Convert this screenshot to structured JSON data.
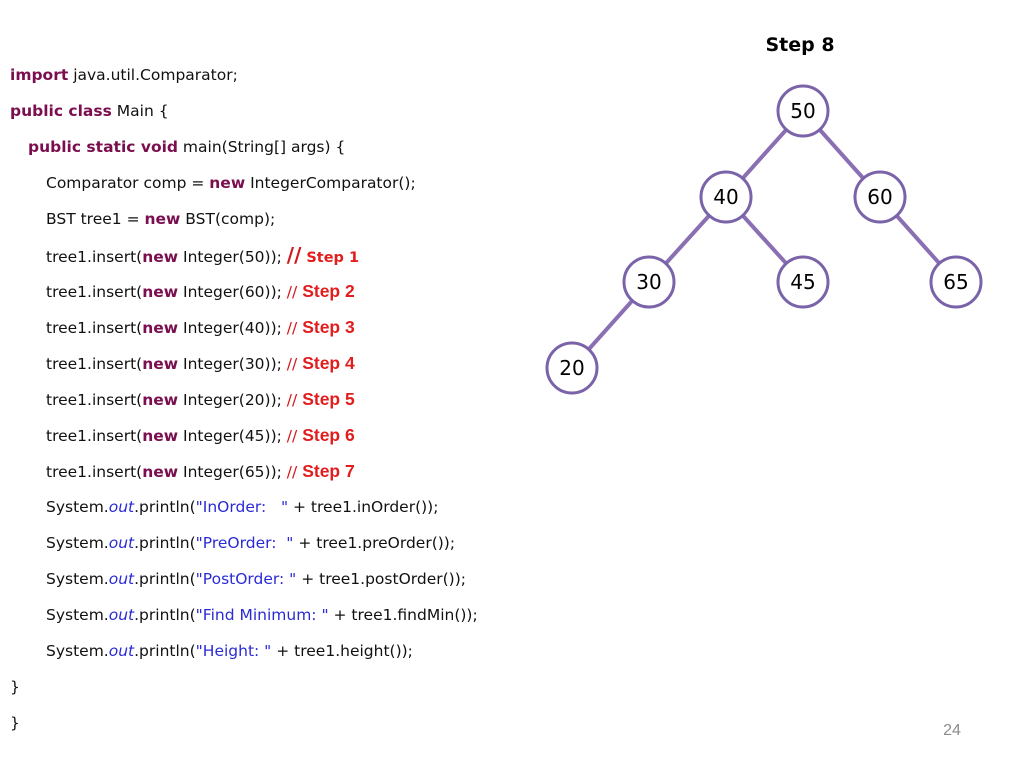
{
  "slide": {
    "step_title": "Step 8",
    "page_number": "24"
  },
  "code": {
    "line1": {
      "kw": "import",
      "rest": " java.util.Comparator;"
    },
    "line2": {
      "kw": "public class",
      "rest": " Main {"
    },
    "line3": {
      "kw": "public static void",
      "rest": " main(String[] args) {"
    },
    "line4": {
      "pre": "Comparator comp = ",
      "kw": "new",
      "rest": " IntegerComparator();"
    },
    "line5": {
      "pre": "BST tree1 = ",
      "kw": "new",
      "rest": " BST(comp);"
    },
    "inserts": [
      {
        "pre": "tree1.insert(",
        "kw": "new",
        "rest": " Integer(50)); ",
        "comment": "//",
        "step": "Step 1"
      },
      {
        "pre": "tree1.insert(",
        "kw": "new",
        "rest": " Integer(60)); ",
        "comment": "//",
        "step": "Step 2"
      },
      {
        "pre": "tree1.insert(",
        "kw": "new",
        "rest": " Integer(40)); ",
        "comment": "//",
        "step": "Step 3"
      },
      {
        "pre": "tree1.insert(",
        "kw": "new",
        "rest": " Integer(30)); ",
        "comment": "//",
        "step": "Step 4"
      },
      {
        "pre": "tree1.insert(",
        "kw": "new",
        "rest": " Integer(20)); ",
        "comment": "//",
        "step": "Step 5"
      },
      {
        "pre": "tree1.insert(",
        "kw": "new",
        "rest": " Integer(45)); ",
        "comment": "//",
        "step": "Step 6"
      },
      {
        "pre": "tree1.insert(",
        "kw": "new",
        "rest": " Integer(65)); ",
        "comment": "//",
        "step": "Step 7"
      }
    ],
    "prints": [
      {
        "pre": "System.",
        "out": "out",
        "mid": ".println(",
        "str": "\"InOrder:   \"",
        "rest": " + tree1.inOrder());"
      },
      {
        "pre": "System.",
        "out": "out",
        "mid": ".println(",
        "str": "\"PreOrder:  \"",
        "rest": " + tree1.preOrder());"
      },
      {
        "pre": "System.",
        "out": "out",
        "mid": ".println(",
        "str": "\"PostOrder: \"",
        "rest": " + tree1.postOrder());"
      },
      {
        "pre": "System.",
        "out": "out",
        "mid": ".println(",
        "str": "\"Find Minimum: \"",
        "rest": " + tree1.findMin());"
      },
      {
        "pre": "System.",
        "out": "out",
        "mid": ".println(",
        "str": "\"Height: \"",
        "rest": " + tree1.height());"
      }
    ],
    "close1": "}",
    "close2": "}"
  },
  "tree": {
    "edge_color": "#8a6fb3",
    "node_border_color": "#7a63a8",
    "nodes": [
      {
        "id": "n50",
        "value": "50"
      },
      {
        "id": "n40",
        "value": "40"
      },
      {
        "id": "n60",
        "value": "60"
      },
      {
        "id": "n30",
        "value": "30"
      },
      {
        "id": "n45",
        "value": "45"
      },
      {
        "id": "n65",
        "value": "65"
      },
      {
        "id": "n20",
        "value": "20"
      }
    ],
    "edges": [
      [
        "n50",
        "n40"
      ],
      [
        "n50",
        "n60"
      ],
      [
        "n40",
        "n30"
      ],
      [
        "n40",
        "n45"
      ],
      [
        "n60",
        "n65"
      ],
      [
        "n30",
        "n20"
      ]
    ]
  }
}
